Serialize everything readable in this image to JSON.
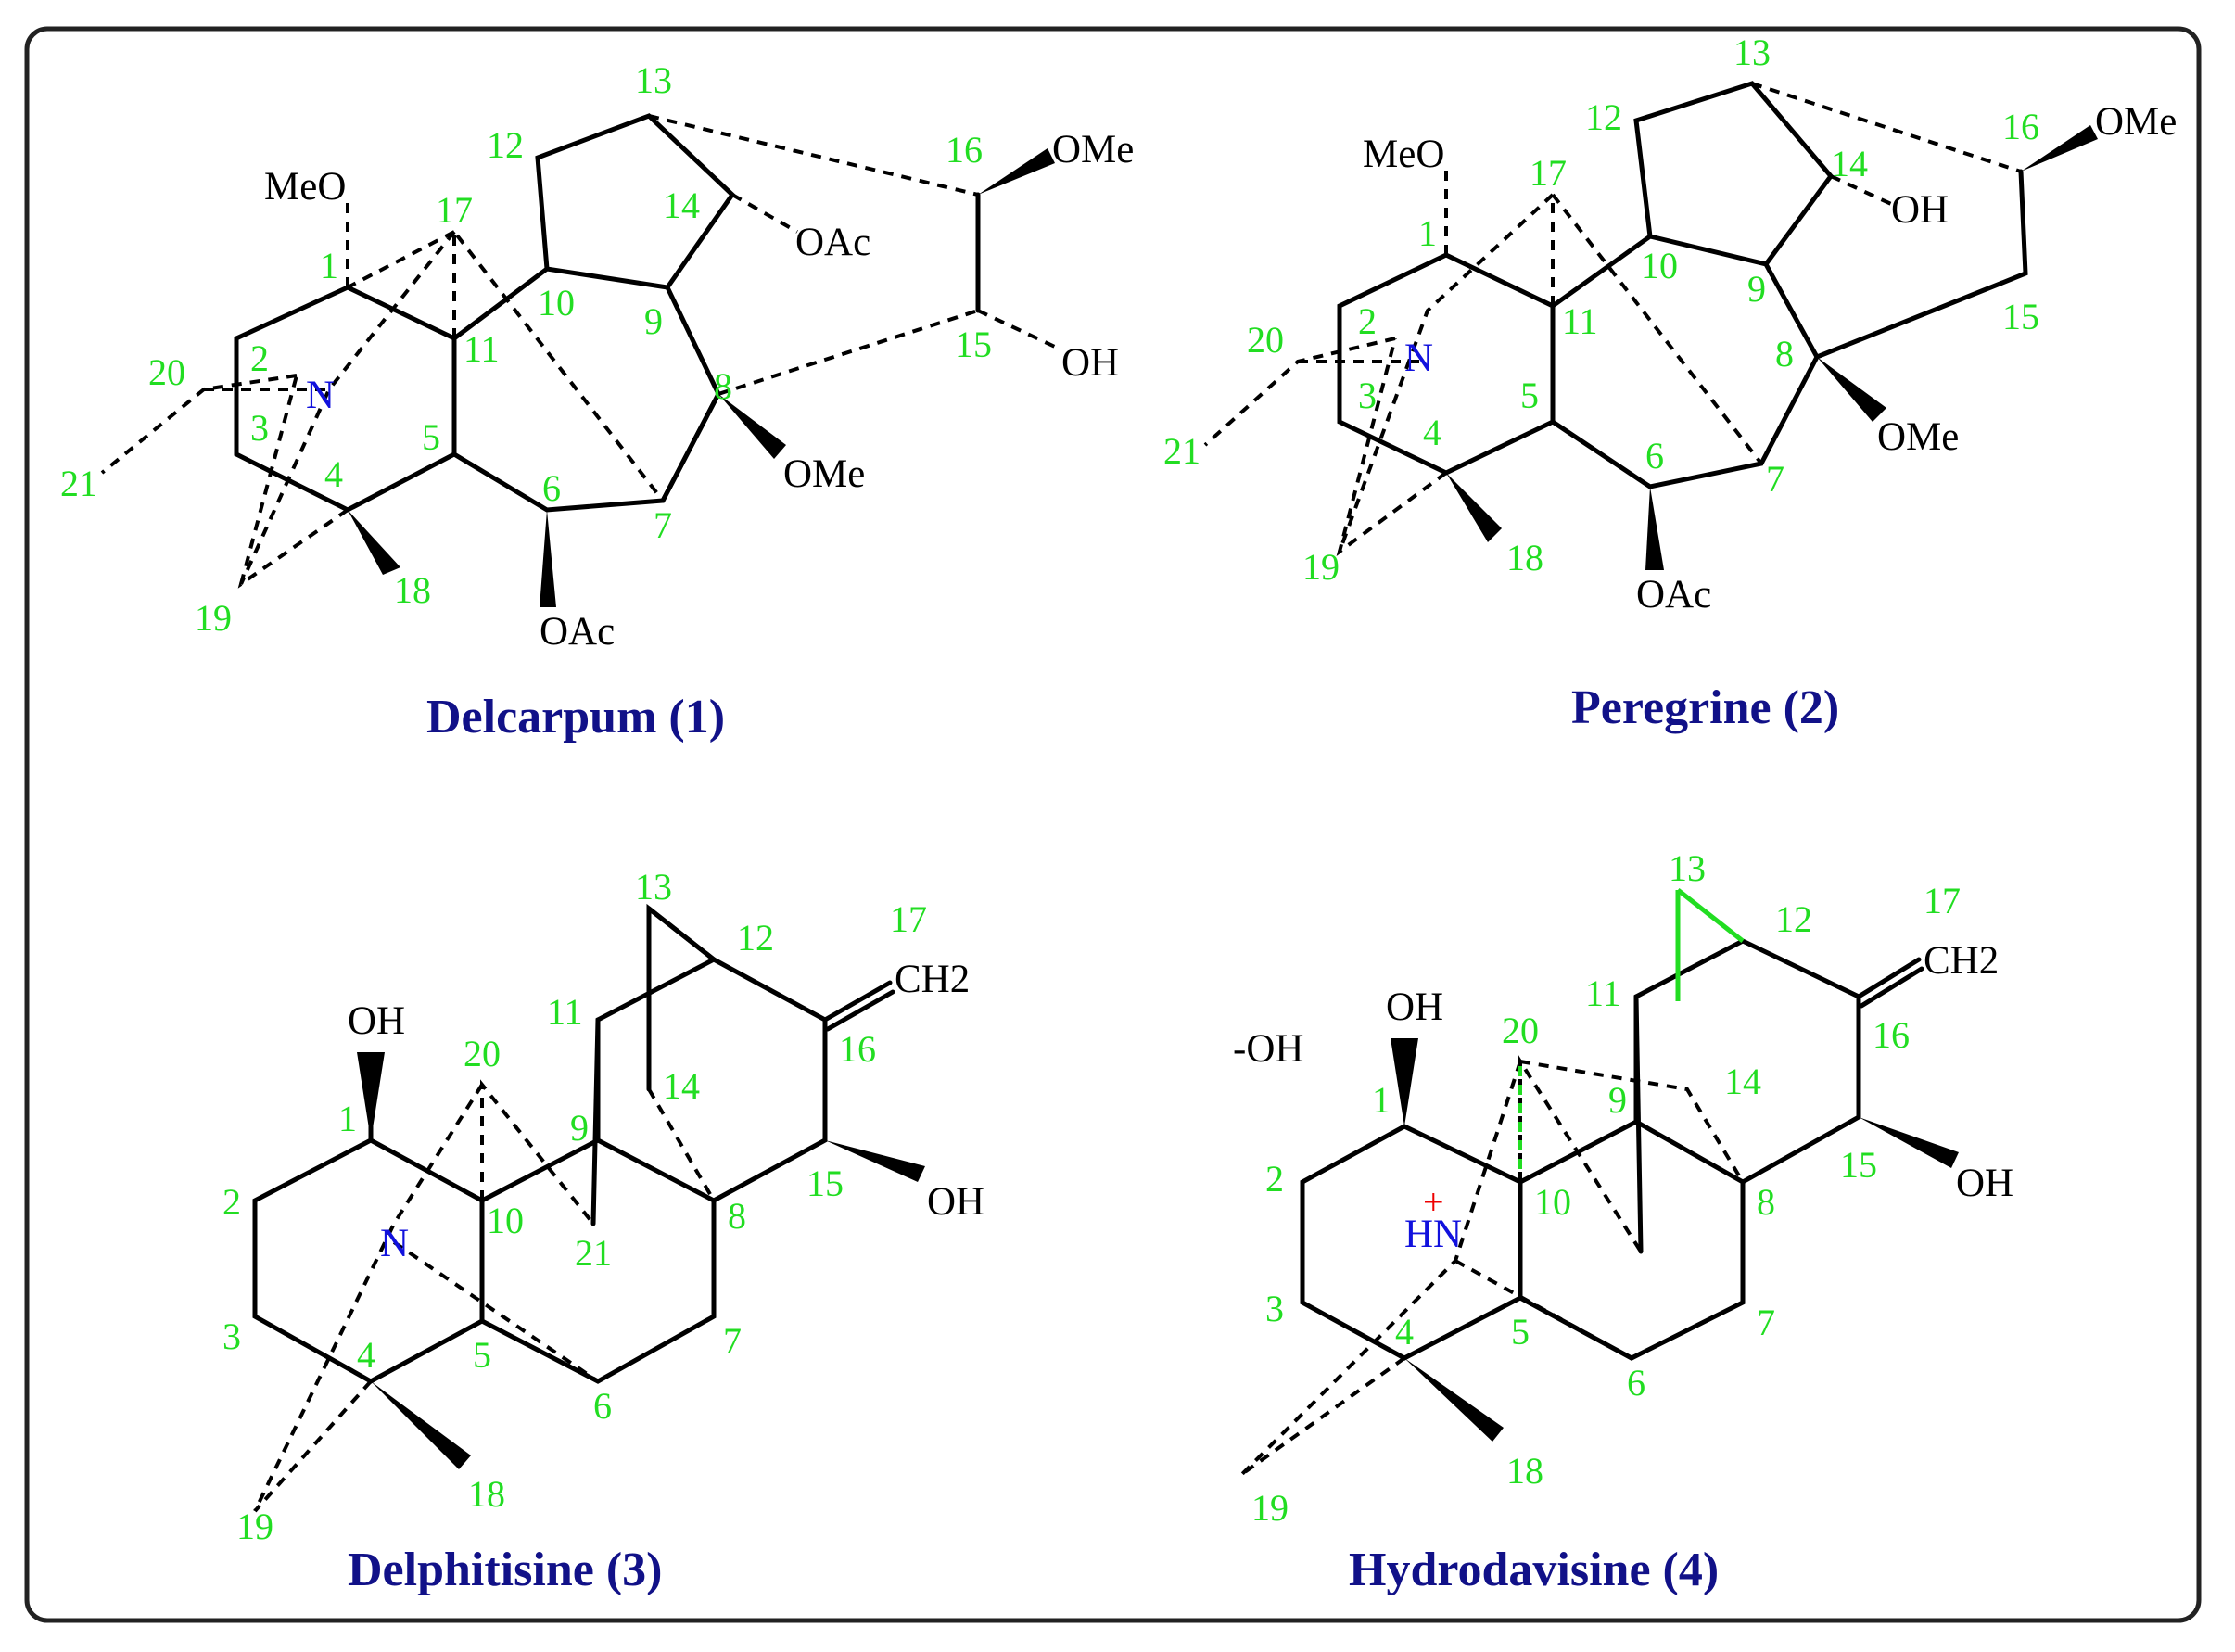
{
  "colors": {
    "frame": "#222222",
    "title": "#111188",
    "locant": "#22dd22",
    "oxygen": "#ee00ee",
    "nitrogen": "#1111dd",
    "charge": "#ee0000",
    "bond": "#000000"
  },
  "compounds": [
    {
      "id": "delcarpum",
      "title": "Delcarpum (1)",
      "substituents": [
        "MeO",
        "OAc",
        "OMe",
        "OH",
        "OMe",
        "OAc"
      ],
      "heteroatoms": [
        "N"
      ],
      "locants": [
        "1",
        "2",
        "3",
        "4",
        "5",
        "6",
        "7",
        "8",
        "9",
        "10",
        "11",
        "12",
        "13",
        "14",
        "15",
        "16",
        "17",
        "18",
        "19",
        "20",
        "21"
      ]
    },
    {
      "id": "peregrine",
      "title": "Peregrine (2)",
      "substituents": [
        "MeO",
        "OMe",
        "OH",
        "OMe",
        "OAc"
      ],
      "heteroatoms": [
        "N"
      ],
      "locants": [
        "1",
        "2",
        "3",
        "4",
        "5",
        "6",
        "7",
        "8",
        "9",
        "10",
        "11",
        "12",
        "13",
        "14",
        "15",
        "16",
        "17",
        "18",
        "19",
        "20",
        "21"
      ]
    },
    {
      "id": "delphitisine",
      "title": "Delphitisine (3)",
      "substituents": [
        "OH",
        "CH2",
        "OH"
      ],
      "heteroatoms": [
        "N"
      ],
      "locants": [
        "1",
        "2",
        "3",
        "4",
        "5",
        "6",
        "7",
        "8",
        "9",
        "10",
        "11",
        "12",
        "13",
        "14",
        "15",
        "16",
        "17",
        "18",
        "19",
        "20",
        "21"
      ]
    },
    {
      "id": "hydrodavisine",
      "title": "Hydrodavisine  (4)",
      "substituents": [
        "OH",
        "-OH",
        "CH2",
        "OH"
      ],
      "heteroatoms": [
        "HN",
        "+"
      ],
      "locants": [
        "1",
        "2",
        "3",
        "4",
        "5",
        "6",
        "7",
        "8",
        "9",
        "10",
        "11",
        "12",
        "13",
        "14",
        "15",
        "16",
        "17",
        "18",
        "19",
        "20"
      ]
    }
  ]
}
